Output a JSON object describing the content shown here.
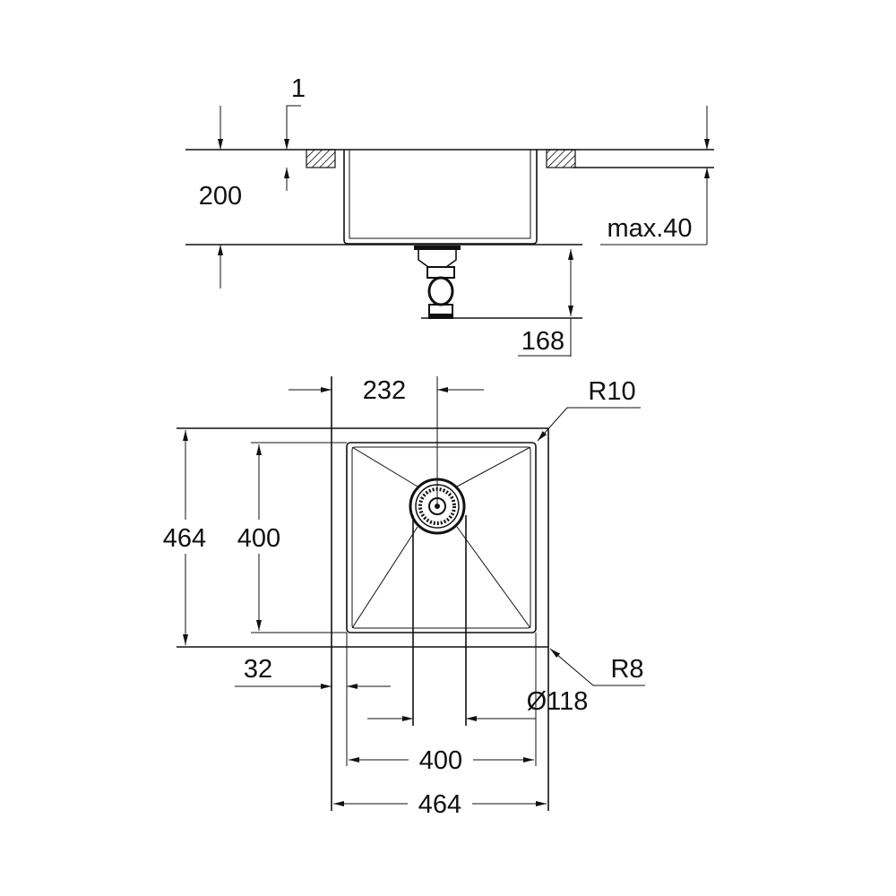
{
  "colors": {
    "line": "#111111",
    "background": "#ffffff"
  },
  "section_view": {
    "dimensions": {
      "rim_thickness": "1",
      "depth": "200",
      "countertop_max": "max.40",
      "drain_height": "168"
    }
  },
  "plan_view": {
    "dimensions": {
      "drain_offset": "232",
      "corner_radius_inner": "R10",
      "outer_depth": "464",
      "inner_depth": "400",
      "rim_width": "32",
      "corner_radius_outer": "R8",
      "drain_diameter": "Ø118",
      "inner_width": "400",
      "outer_width": "464"
    }
  }
}
